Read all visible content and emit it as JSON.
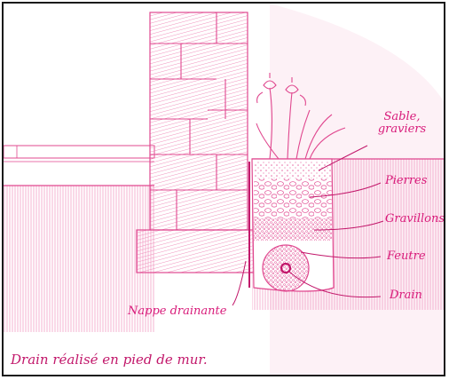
{
  "diagram": {
    "labels": {
      "sable_graviers": "Sable, graviers",
      "pierres": "Pierres",
      "gravillons": "Gravillons",
      "feutre": "Feutre",
      "drain": "Drain",
      "nappe_drainante": "Nappe drainante"
    },
    "caption": "Drain réalisé en pied de mur.",
    "colors": {
      "ink": "#e0488f",
      "label_text": "#d81b7a",
      "caption_text": "#c2186b",
      "frame": "#1a1a1a"
    }
  }
}
